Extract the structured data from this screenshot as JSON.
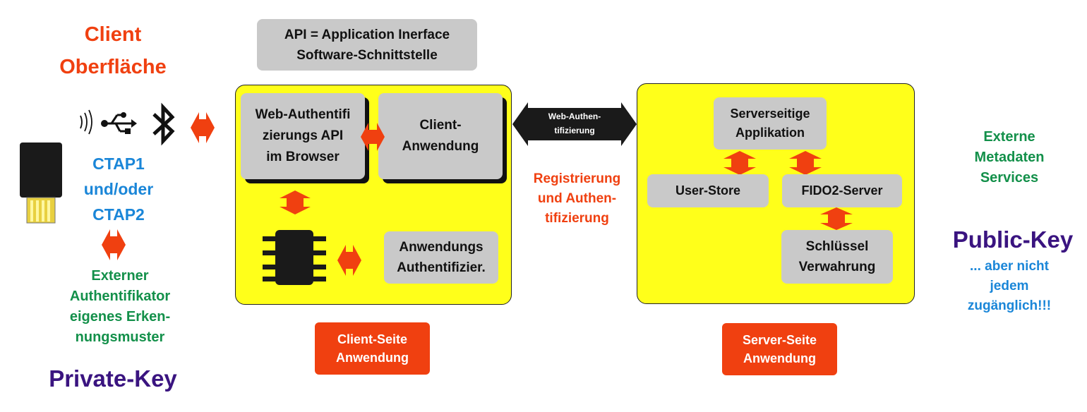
{
  "left": {
    "client_title": "Client\nOberfläche",
    "ctap": "CTAP1\nund/oder\nCTAP2",
    "authenticator": "Externer\nAuthentifikator\neigenes Erken-\nnungsmuster",
    "private_key": "Private-Key"
  },
  "api_note": "API = Application Inerface\nSoftware-Schnittstelle",
  "client_panel": {
    "web_api": "Web-Authentifi\nzierungs API\nim Browser",
    "client_app": "Client-\nAnwendung",
    "app_auth": "Anwendungs\nAuthentifizier.",
    "label": "Client-Seite\nAnwendung"
  },
  "middle": {
    "web_auth_arrow": "Web-Authen-\ntifizierung",
    "registration": "Registrierung\nund Authen-\ntifizierung"
  },
  "server_panel": {
    "server_app": "Serverseitige\nApplikation",
    "user_store": "User-Store",
    "fido2": "FIDO2-Server",
    "key_storage": "Schlüssel\nVerwahrung",
    "label": "Server-Seite\nAnwendung"
  },
  "right": {
    "metadata": "Externe\nMetadaten\nServices",
    "public_key": "Public-Key",
    "public_note": "... aber nicht\njedem\nzugänglich!!!"
  },
  "colors": {
    "orange": "#f04010",
    "blue": "#1a86d8",
    "green": "#13904a",
    "purple": "#3a1480",
    "yellow": "#ffff1a",
    "gray": "#c9c9c9"
  },
  "icons": [
    "nfc-icon",
    "usb-icon",
    "bluetooth-icon",
    "usb-security-key-icon",
    "chip-icon"
  ]
}
